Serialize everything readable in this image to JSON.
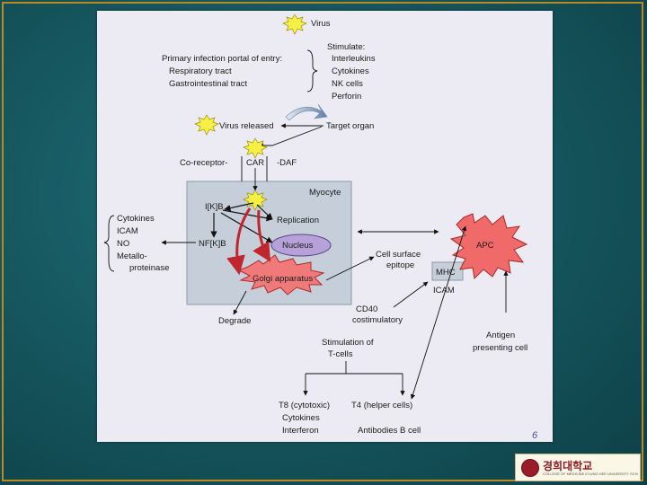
{
  "diagram": {
    "virus": "Virus",
    "primary_infection": "Primary infection portal of entry:",
    "respiratory": "Respiratory tract",
    "gastrointestinal": "Gastrointestinal tract",
    "stimulate": "Stimulate:",
    "interleukins": "Interleukins",
    "cytokines_right": "Cytokines",
    "nk_cells": "NK cells",
    "perforin": "Perforin",
    "virus_released": "Virus released",
    "target_organ": "Target organ",
    "co_receptor": "Co-receptor-",
    "car": "CAR",
    "daf": "-DAF",
    "myocyte": "Myocyte",
    "ikb": "I[K]B",
    "replication": "Replication",
    "nucleus": "Nucleus",
    "nfkb": "NF[K]B",
    "golgi": "Golgi apparatus",
    "cytokines_left": "Cytokines",
    "icam_left": "ICAM",
    "no": "NO",
    "metallo": "Metallo-",
    "proteinase": "proteinase",
    "cell_surface": "Cell surface",
    "epitope": "epitope",
    "mhc": "MHC",
    "icam_right": "ICAM",
    "apc": "APC",
    "degrade": "Degrade",
    "cd40": "CD40",
    "costimulatory": "costimulatory",
    "stimulation_of": "Stimulation of",
    "t_cells": "T-cells",
    "antigen": "Antigen",
    "presenting_cell": "presenting cell",
    "t8": "T8 (cytotoxic)",
    "t4": "T4 (helper cells)",
    "cytokines_bottom": "Cytokines",
    "interferon": "Interferon",
    "antibodies": "Antibodies B cell",
    "page_mark": "6"
  },
  "logo": {
    "name": "경희대학교",
    "sub": "COLLEGE OF MEDICINE KYUNG HEE UNIVERSITY SCHOOL OF MEDICINE KYUNG HEE UNIVERSITY"
  },
  "colors": {
    "background": "#15545c",
    "frame": "#b98a22",
    "panel": "#ecebf3",
    "myocyte_box": "#c6cfd9",
    "nucleus": "#b6a2d8",
    "golgi": "#f07a7a",
    "apc": "#f06a6a",
    "virus_star": "#f6ef44"
  }
}
